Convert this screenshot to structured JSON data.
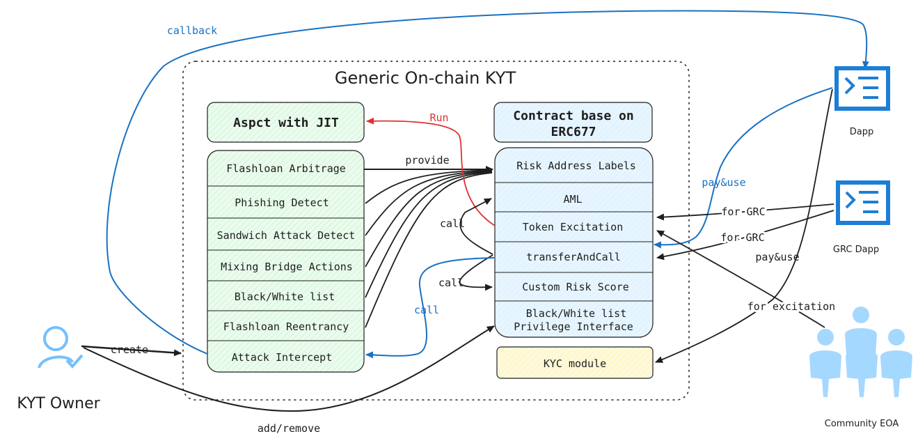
{
  "colors": {
    "green_fill": "#ebfbee",
    "blue_fill": "#e7f5ff",
    "yellow_fill": "#fff9db",
    "blue_accent": "#1971c2",
    "icon_blue": "#1c7ed6",
    "person_blue": "#a5d8ff",
    "run_red": "#e03131",
    "ink": "#1e1e1e"
  },
  "title": "Generic On-chain KYT",
  "aspect": {
    "header": "Aspct with JIT",
    "items": [
      "Flashloan Arbitrage",
      "Phishing Detect",
      "Sandwich Attack Detect",
      "Mixing Bridge Actions",
      "Black/White list",
      "Flashloan Reentrancy",
      "Attack Intercept"
    ]
  },
  "contract": {
    "header_line1": "Contract base on",
    "header_line2": "ERC677",
    "items": [
      "Risk Address Labels",
      "AML",
      "Token Excitation",
      "transferAndCall",
      "Custom Risk Score"
    ],
    "last_item_line1": "Black/White list",
    "last_item_line2": "Privilege Interface"
  },
  "kyc": "KYC module",
  "actors": {
    "dapp": "Dapp",
    "grc_dapp": "GRC Dapp",
    "community": "Community EOA",
    "owner": "KYT Owner"
  },
  "edges": {
    "callback": "callback",
    "run": "Run",
    "provide": "provide",
    "call_upper": "call",
    "call_middle": "call",
    "call_blue": "call",
    "create": "create",
    "add_remove": "add/remove",
    "pay_use_blue": "pay&use",
    "pay_use_black": "pay&use",
    "for_grc_1": "for GRC",
    "for_grc_2": "for GRC",
    "for_excitation": "for excitation"
  }
}
